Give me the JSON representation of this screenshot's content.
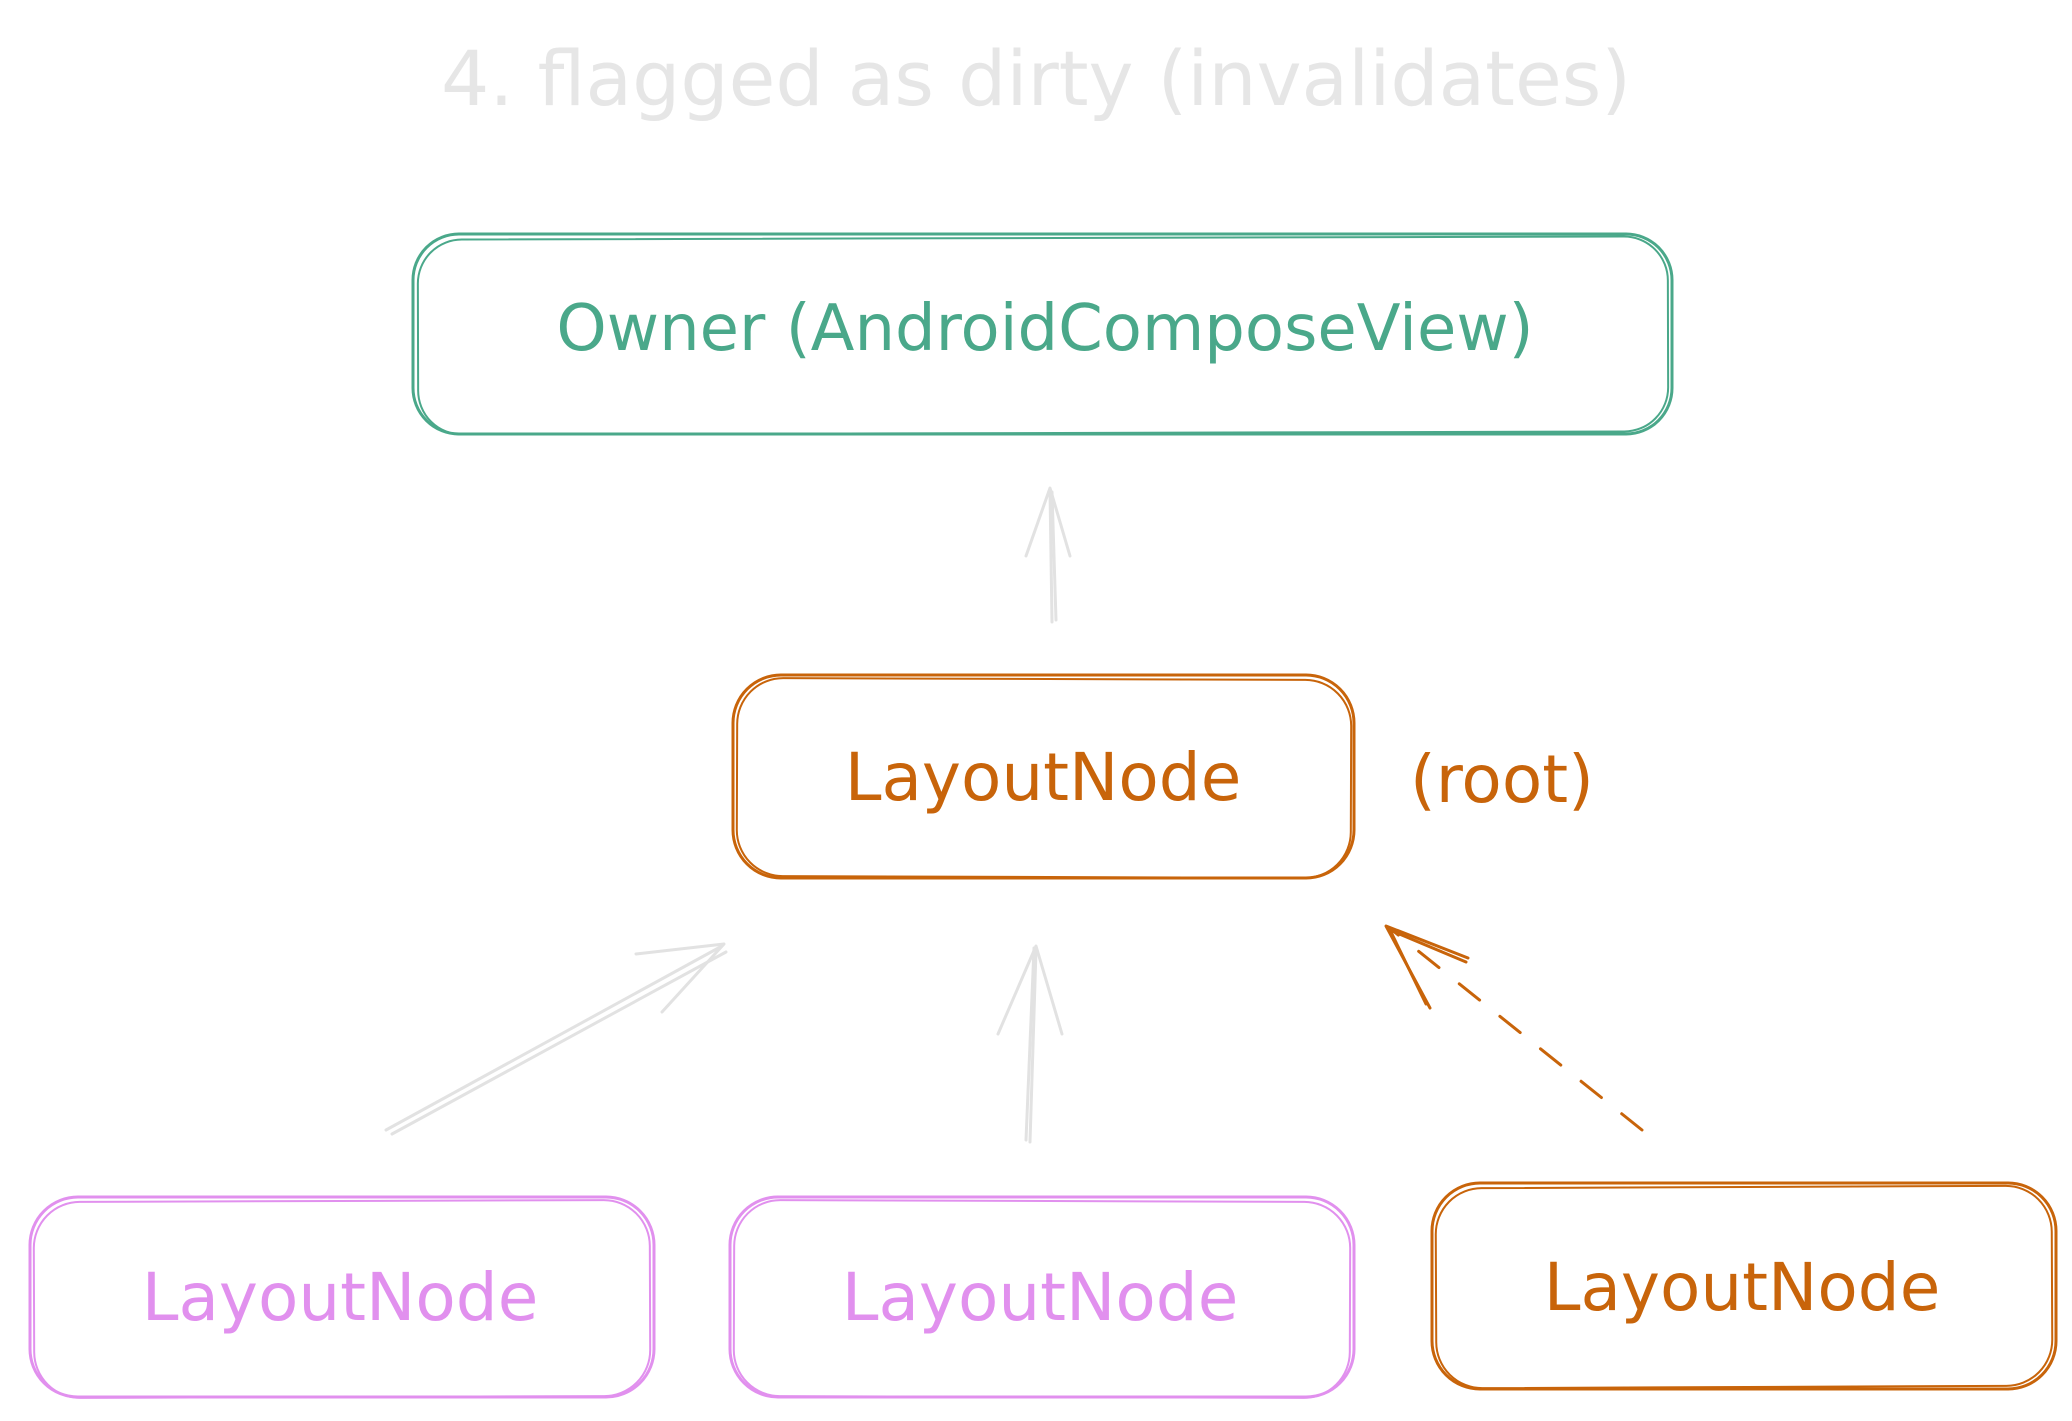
{
  "title": "4. flagged as dirty (invalidates)",
  "colors": {
    "background": "#ffffff",
    "owner": "#4aa88a",
    "dirty": "#c8640a",
    "clean": "#e190ee",
    "faint": "#e2e2e2"
  },
  "nodes": {
    "owner": {
      "label": "Owner (AndroidComposeView)"
    },
    "root": {
      "label": "LayoutNode",
      "annotation": "(root)"
    },
    "child_left": {
      "label": "LayoutNode"
    },
    "child_middle": {
      "label": "LayoutNode"
    },
    "child_right": {
      "label": "LayoutNode"
    }
  },
  "edges": [
    {
      "from": "root",
      "to": "owner",
      "style": "solid",
      "color": "faint"
    },
    {
      "from": "child_left",
      "to": "root",
      "style": "solid",
      "color": "faint"
    },
    {
      "from": "child_middle",
      "to": "root",
      "style": "solid",
      "color": "faint"
    },
    {
      "from": "child_right",
      "to": "root",
      "style": "dashed",
      "color": "dirty"
    }
  ]
}
